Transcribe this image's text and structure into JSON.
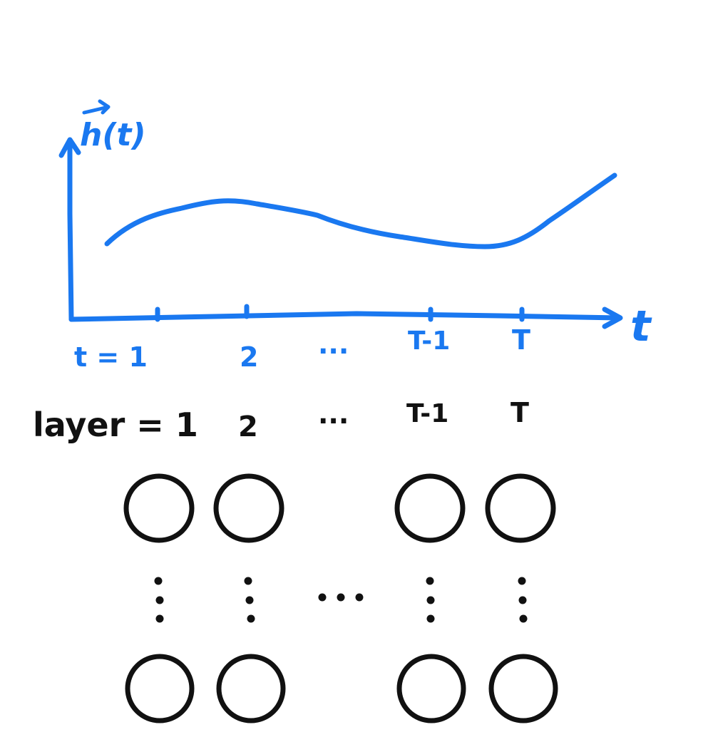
{
  "colors": {
    "plot": "#1a78f0",
    "ink": "#111111",
    "background": "#ffffff"
  },
  "plot": {
    "y_axis_label": "h(t)",
    "x_axis_label": "t",
    "tick_labels": [
      "t = 1",
      "2",
      "...",
      "T-1",
      "T"
    ]
  },
  "layers": {
    "row_label": "layer = 1",
    "column_labels": [
      "2",
      "...",
      "T-1",
      "T"
    ],
    "columns": 4,
    "rows_drawn": 2,
    "vertical_ellipsis": "⋮",
    "horizontal_ellipsis": "..."
  }
}
